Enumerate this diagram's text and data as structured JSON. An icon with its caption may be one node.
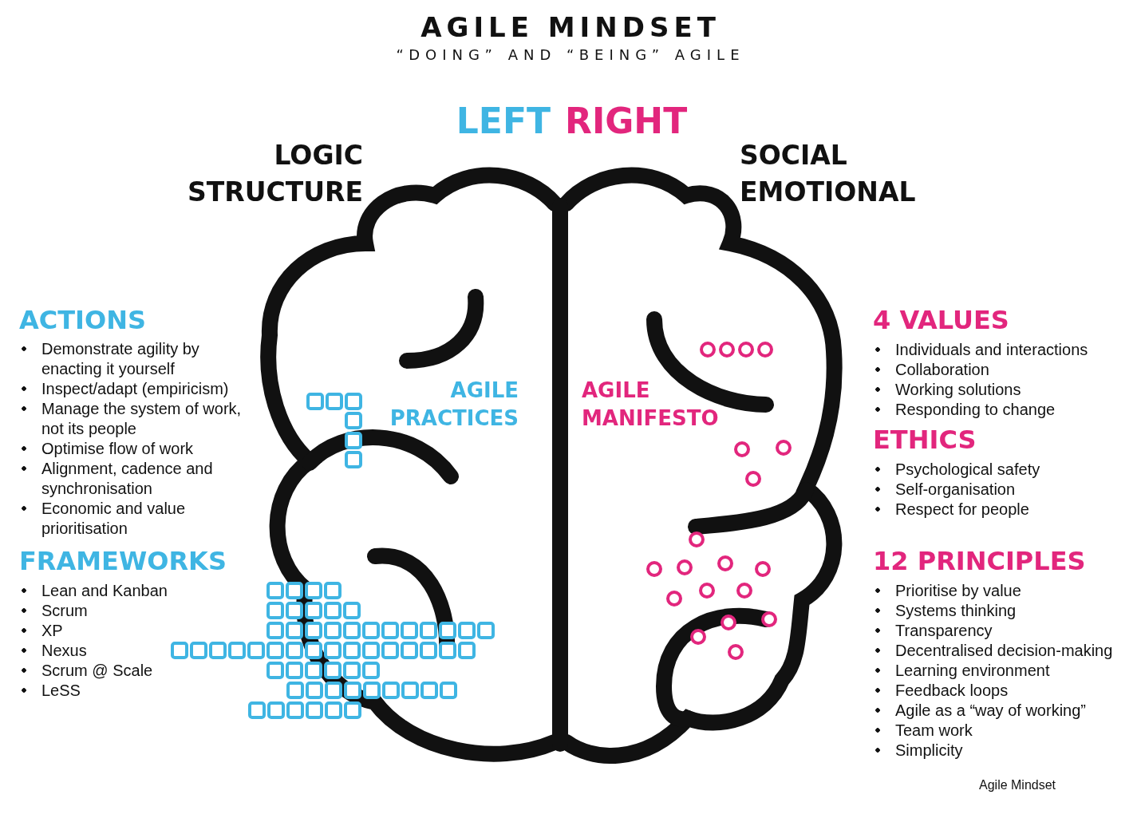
{
  "diagram": {
    "title": "AGILE MINDSET",
    "labels": [
      "“DOING” AND “BEING” AGILE",
      "LEFT",
      "RIGHT",
      "LOGIC STRUCTURE",
      "SOCIAL EMOTIONAL",
      "ACTIONS",
      "Demonstrate agility by enacting it yourself",
      "Inspect/adapt (empiricism)",
      "Manage the system of work, not its people",
      "Optimise flow of work",
      "Alignment, cadence and synchronisation",
      "Economic and value prioritisation",
      "AGILE PRACTICES",
      "AGILE MANIFESTO",
      "4 VALUES",
      "Individuals and interactions",
      "Collaboration",
      "Working solutions",
      "Responding to change",
      "ETHICS",
      "Psychological safety",
      "Self-organisation",
      "Respect for people",
      "FRAMEWORKS",
      "Lean and Kanban",
      "Scrum",
      "XP",
      "Nexus",
      "Scrum @ Scale",
      "LeSS",
      "12 PRINCIPLES",
      "Prioritise by value",
      "Systems thinking",
      "Transparency",
      "Decentralised decision-making",
      "Learning environment",
      "Feedback loops",
      "Agile as a “way of working”",
      "Team work",
      "Simplicity",
      "Agile Mindset"
    ]
  }
}
